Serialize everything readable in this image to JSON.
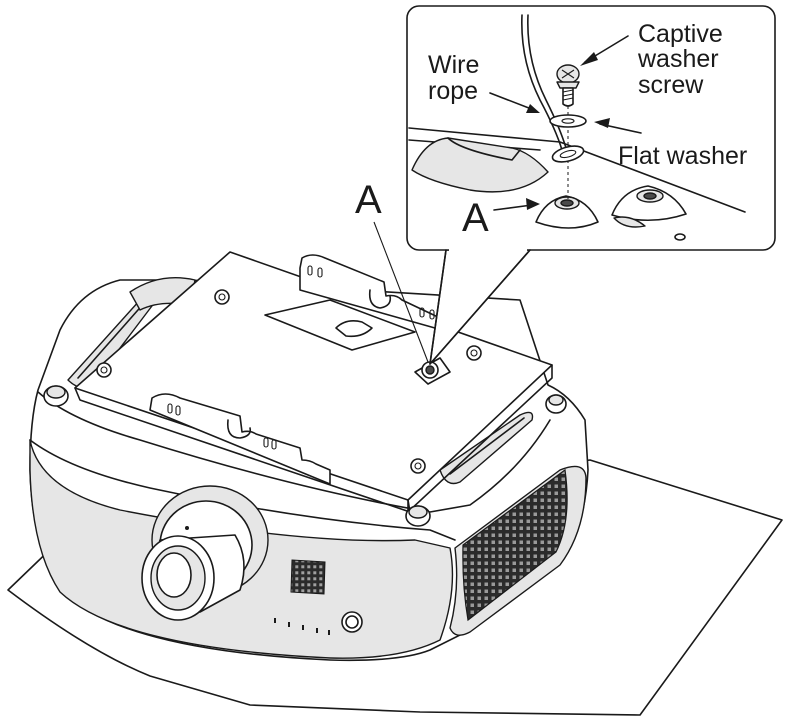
{
  "labels": {
    "a_main": "A",
    "a_detail": "A",
    "wire_rope_line1": "Wire",
    "wire_rope_line2": "rope",
    "captive_line1": "Captive",
    "captive_line2": "washer",
    "captive_line3": "screw",
    "flat_washer": "Flat washer"
  },
  "colors": {
    "line": "#1a1a1a",
    "paper": "#ffffff",
    "shade": "#e6e6e6",
    "dark": "#4a4a4a"
  },
  "icons": [
    "screw-icon",
    "washer-icon",
    "projector-illustration"
  ]
}
